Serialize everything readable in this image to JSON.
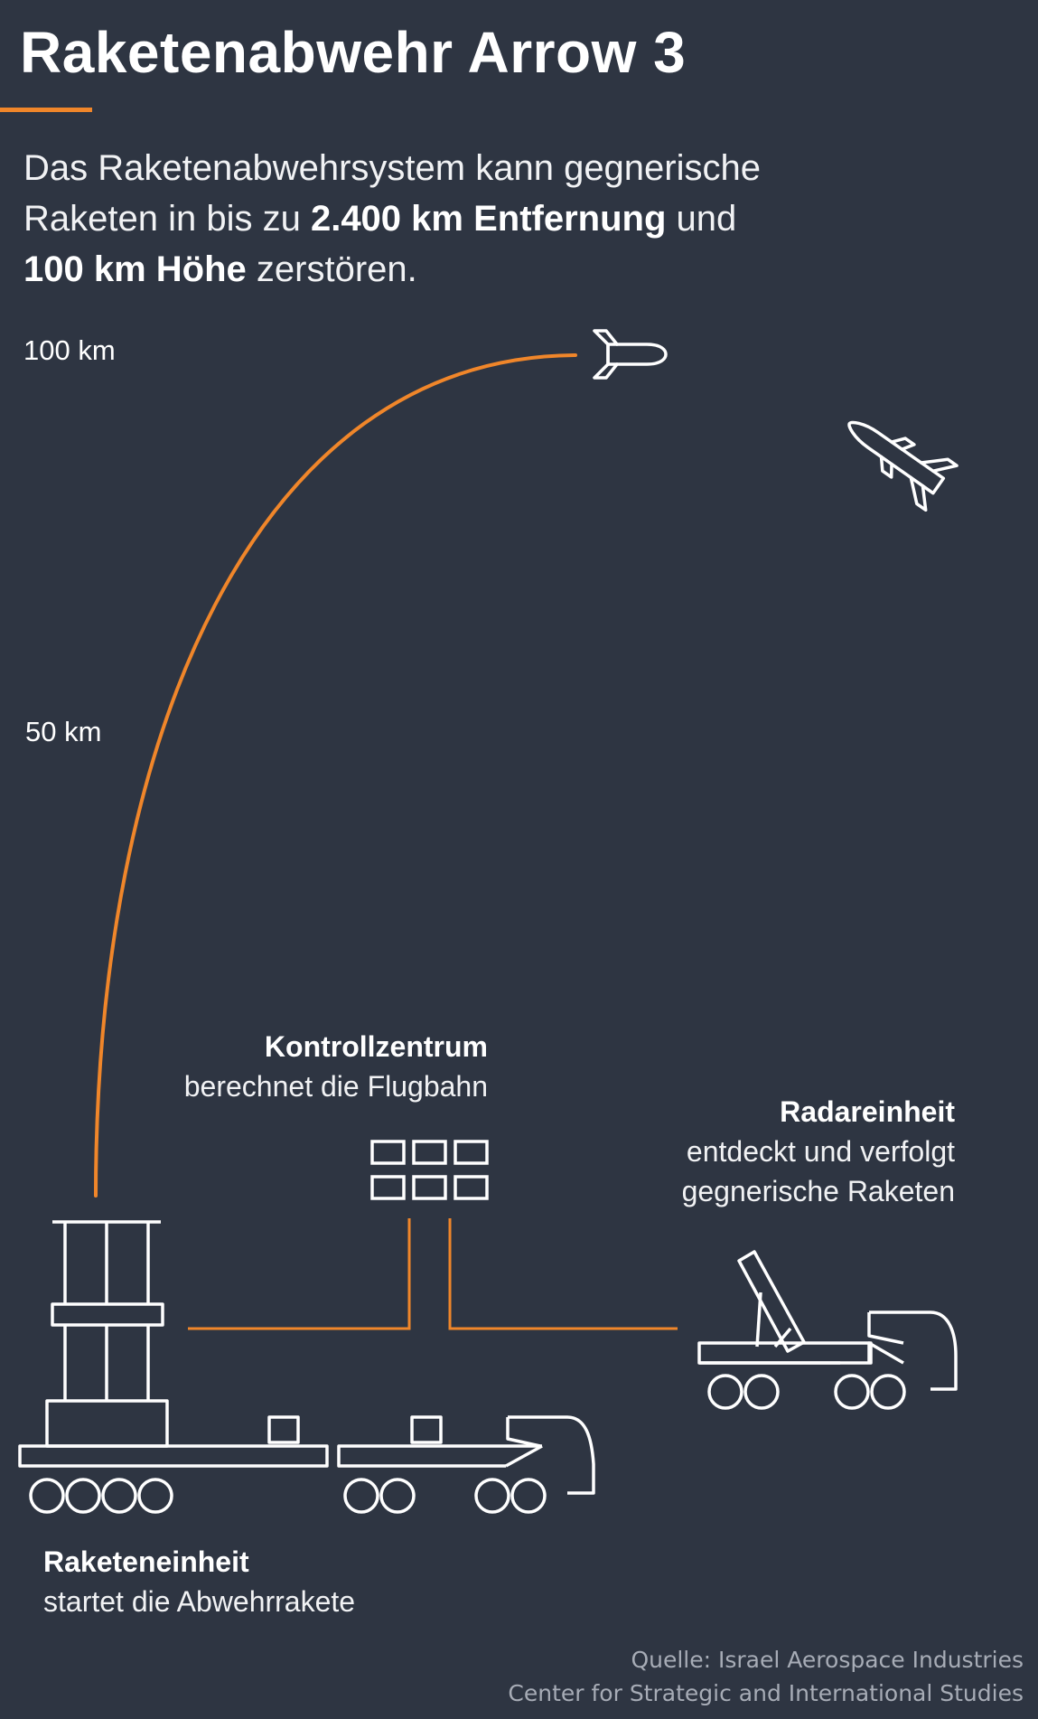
{
  "title": "Raketenabwehr Arrow 3",
  "subtitle": {
    "line1": "Das Raketenabwehrsystem kann gegnerische",
    "line2_pre": "Raketen in bis zu ",
    "line2_bold": "2.400 km Entfernung",
    "line2_post": " und",
    "line3_bold": "100 km Höhe",
    "line3_post": " zerstören."
  },
  "altitude_labels": {
    "top": "100 km",
    "mid": "50 km"
  },
  "units": {
    "control": {
      "name": "Kontrollzentrum",
      "desc": "berechnet die Flugbahn"
    },
    "radar": {
      "name": "Radareinheit",
      "desc_line1": "entdeckt und verfolgt",
      "desc_line2": "gegnerische Raketen"
    },
    "launcher": {
      "name": "Raketeneinheit",
      "desc": "startet die Abwehrrakete"
    }
  },
  "source": {
    "line1": "Quelle: Israel Aerospace Industries",
    "line2": "Center for Strategic and International Studies"
  },
  "colors": {
    "background": "#2e3542",
    "accent": "#f0862a",
    "line_art": "#ffffff",
    "source_text": "#a7acb6"
  },
  "icons": {
    "interceptor": "interceptor-missile-icon",
    "enemy": "enemy-missile-icon",
    "control": "control-center-icon",
    "radar": "radar-truck-icon",
    "launcher": "launcher-truck-icon"
  }
}
